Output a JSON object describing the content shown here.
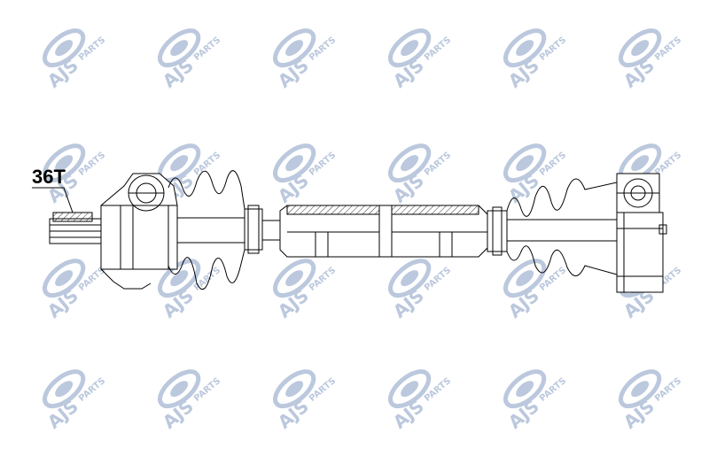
{
  "diagram": {
    "spline_label": "36T"
  },
  "watermark": {
    "brand": "AJS",
    "suffix": "PARTS",
    "logo_name": "ajs-parts-logo-icon",
    "color": "#b8c6dc"
  },
  "colors": {
    "line": "#000000",
    "background": "#ffffff"
  }
}
